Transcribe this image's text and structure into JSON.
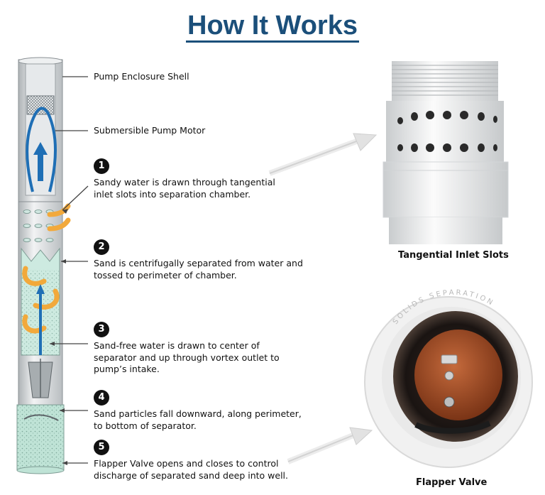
{
  "title": "How It Works",
  "labels": {
    "shell": "Pump Enclosure Shell",
    "motor": "Submersible Pump Motor"
  },
  "steps": [
    {
      "number": "1",
      "text": "Sandy water is drawn through tangential\ninlet slots into separation chamber."
    },
    {
      "number": "2",
      "text": "Sand is centrifugally separated from water and\ntossed to perimeter of chamber."
    },
    {
      "number": "3",
      "text": "Sand-free water is drawn to center of\nseparator and up through vortex outlet to\npump’s intake."
    },
    {
      "number": "4",
      "text": "Sand particles fall downward, along perimeter,\nto bottom of separator."
    },
    {
      "number": "5",
      "text": "Flapper Valve opens and closes to control\ndischarge of separated sand deep into well."
    }
  ],
  "captions": {
    "slots": "Tangential Inlet Slots",
    "valve": "Flapper Valve"
  },
  "photo_text": {
    "valve_rim": "SOLIDS SEPARATION"
  },
  "colors": {
    "title": "#1b4f7a",
    "arrow_orange": "#f2a93b",
    "flow_blue": "#1f6fb5",
    "pipe_gray": "#d9dcde",
    "sand_green": "#bfe3d6",
    "valve_copper": "#9a4a22"
  }
}
